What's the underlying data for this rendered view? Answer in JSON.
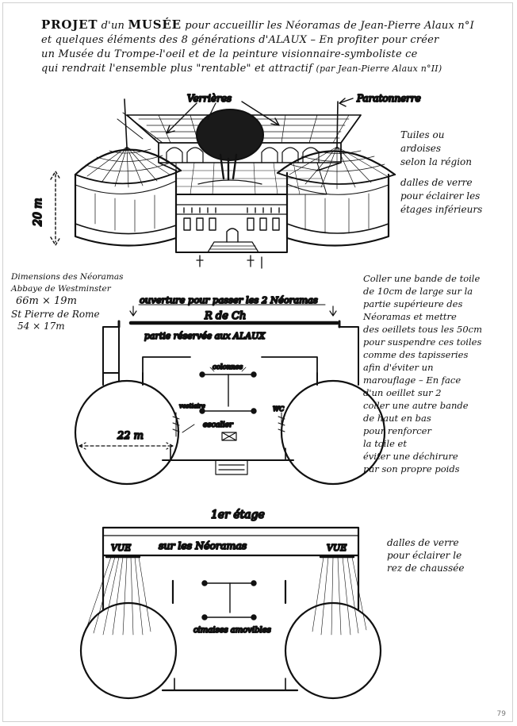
{
  "title": {
    "w1": "PROJET",
    "w2": "d'un",
    "w3": "MUSÉE",
    "w4": "pour accueillir les Néoramas de Jean-Pierre Alaux n°I",
    "line2": "et quelques éléments des 8 générations d'ALAUX – En profiter pour créer",
    "line3": "un Musée du Trompe-l'oeil et de la peinture visionnaire-symboliste ce",
    "line4": "qui rendrait l'ensemble plus \"rentable\" et attractif",
    "signature": "(par Jean-Pierre Alaux n°II)"
  },
  "elevation": {
    "label_verrieres": "Verrières",
    "label_paratonnerre": "Paratonnerre",
    "label_height": "20 m",
    "note_tuiles": "Tuiles ou\nardoises\nselon la région",
    "note_dalles": "dalles de verre\npour éclairer les\nétages inférieurs"
  },
  "dimensions": {
    "heading": "Dimensions des Néoramas",
    "westminster_label": "Abbaye de Westminster",
    "westminster_size": "66m × 19m",
    "rome_label": "St Pierre de Rome",
    "rome_size": "54 × 17m"
  },
  "ground_floor": {
    "label_ouverture": "ouverture pour passer les 2 Néoramas",
    "label_level": "R de Ch",
    "label_reserved": "partie réservée aux ALAUX",
    "label_colonnes": "colonnes",
    "label_vestiaire": "vestiaire",
    "label_wc": "WC",
    "label_escalier": "escalier",
    "label_diameter": "22 m"
  },
  "note_toile": "Coller une bande de toile\nde 10cm de large sur la\npartie supérieure des\nNéoramas et mettre\ndes oeillets tous les 50cm\npour suspendre ces toiles\ncomme des tapisseries\nafin d'éviter un\nmarouflage – En face\nd'un oeillet sur 2\ncoller une autre bande\nde haut en bas\npour renforcer\nla toile et\néviter une déchirure\npar son propre poids",
  "first_floor": {
    "heading": "1er étage",
    "label_vue_left": "VUE",
    "label_vue_right": "VUE",
    "label_sur": "sur les Néoramas",
    "label_cimaises": "cimaises amovibles",
    "note_dalles": "dalles de verre\npour éclairer le\nrez de chaussée"
  },
  "page_number": "79"
}
